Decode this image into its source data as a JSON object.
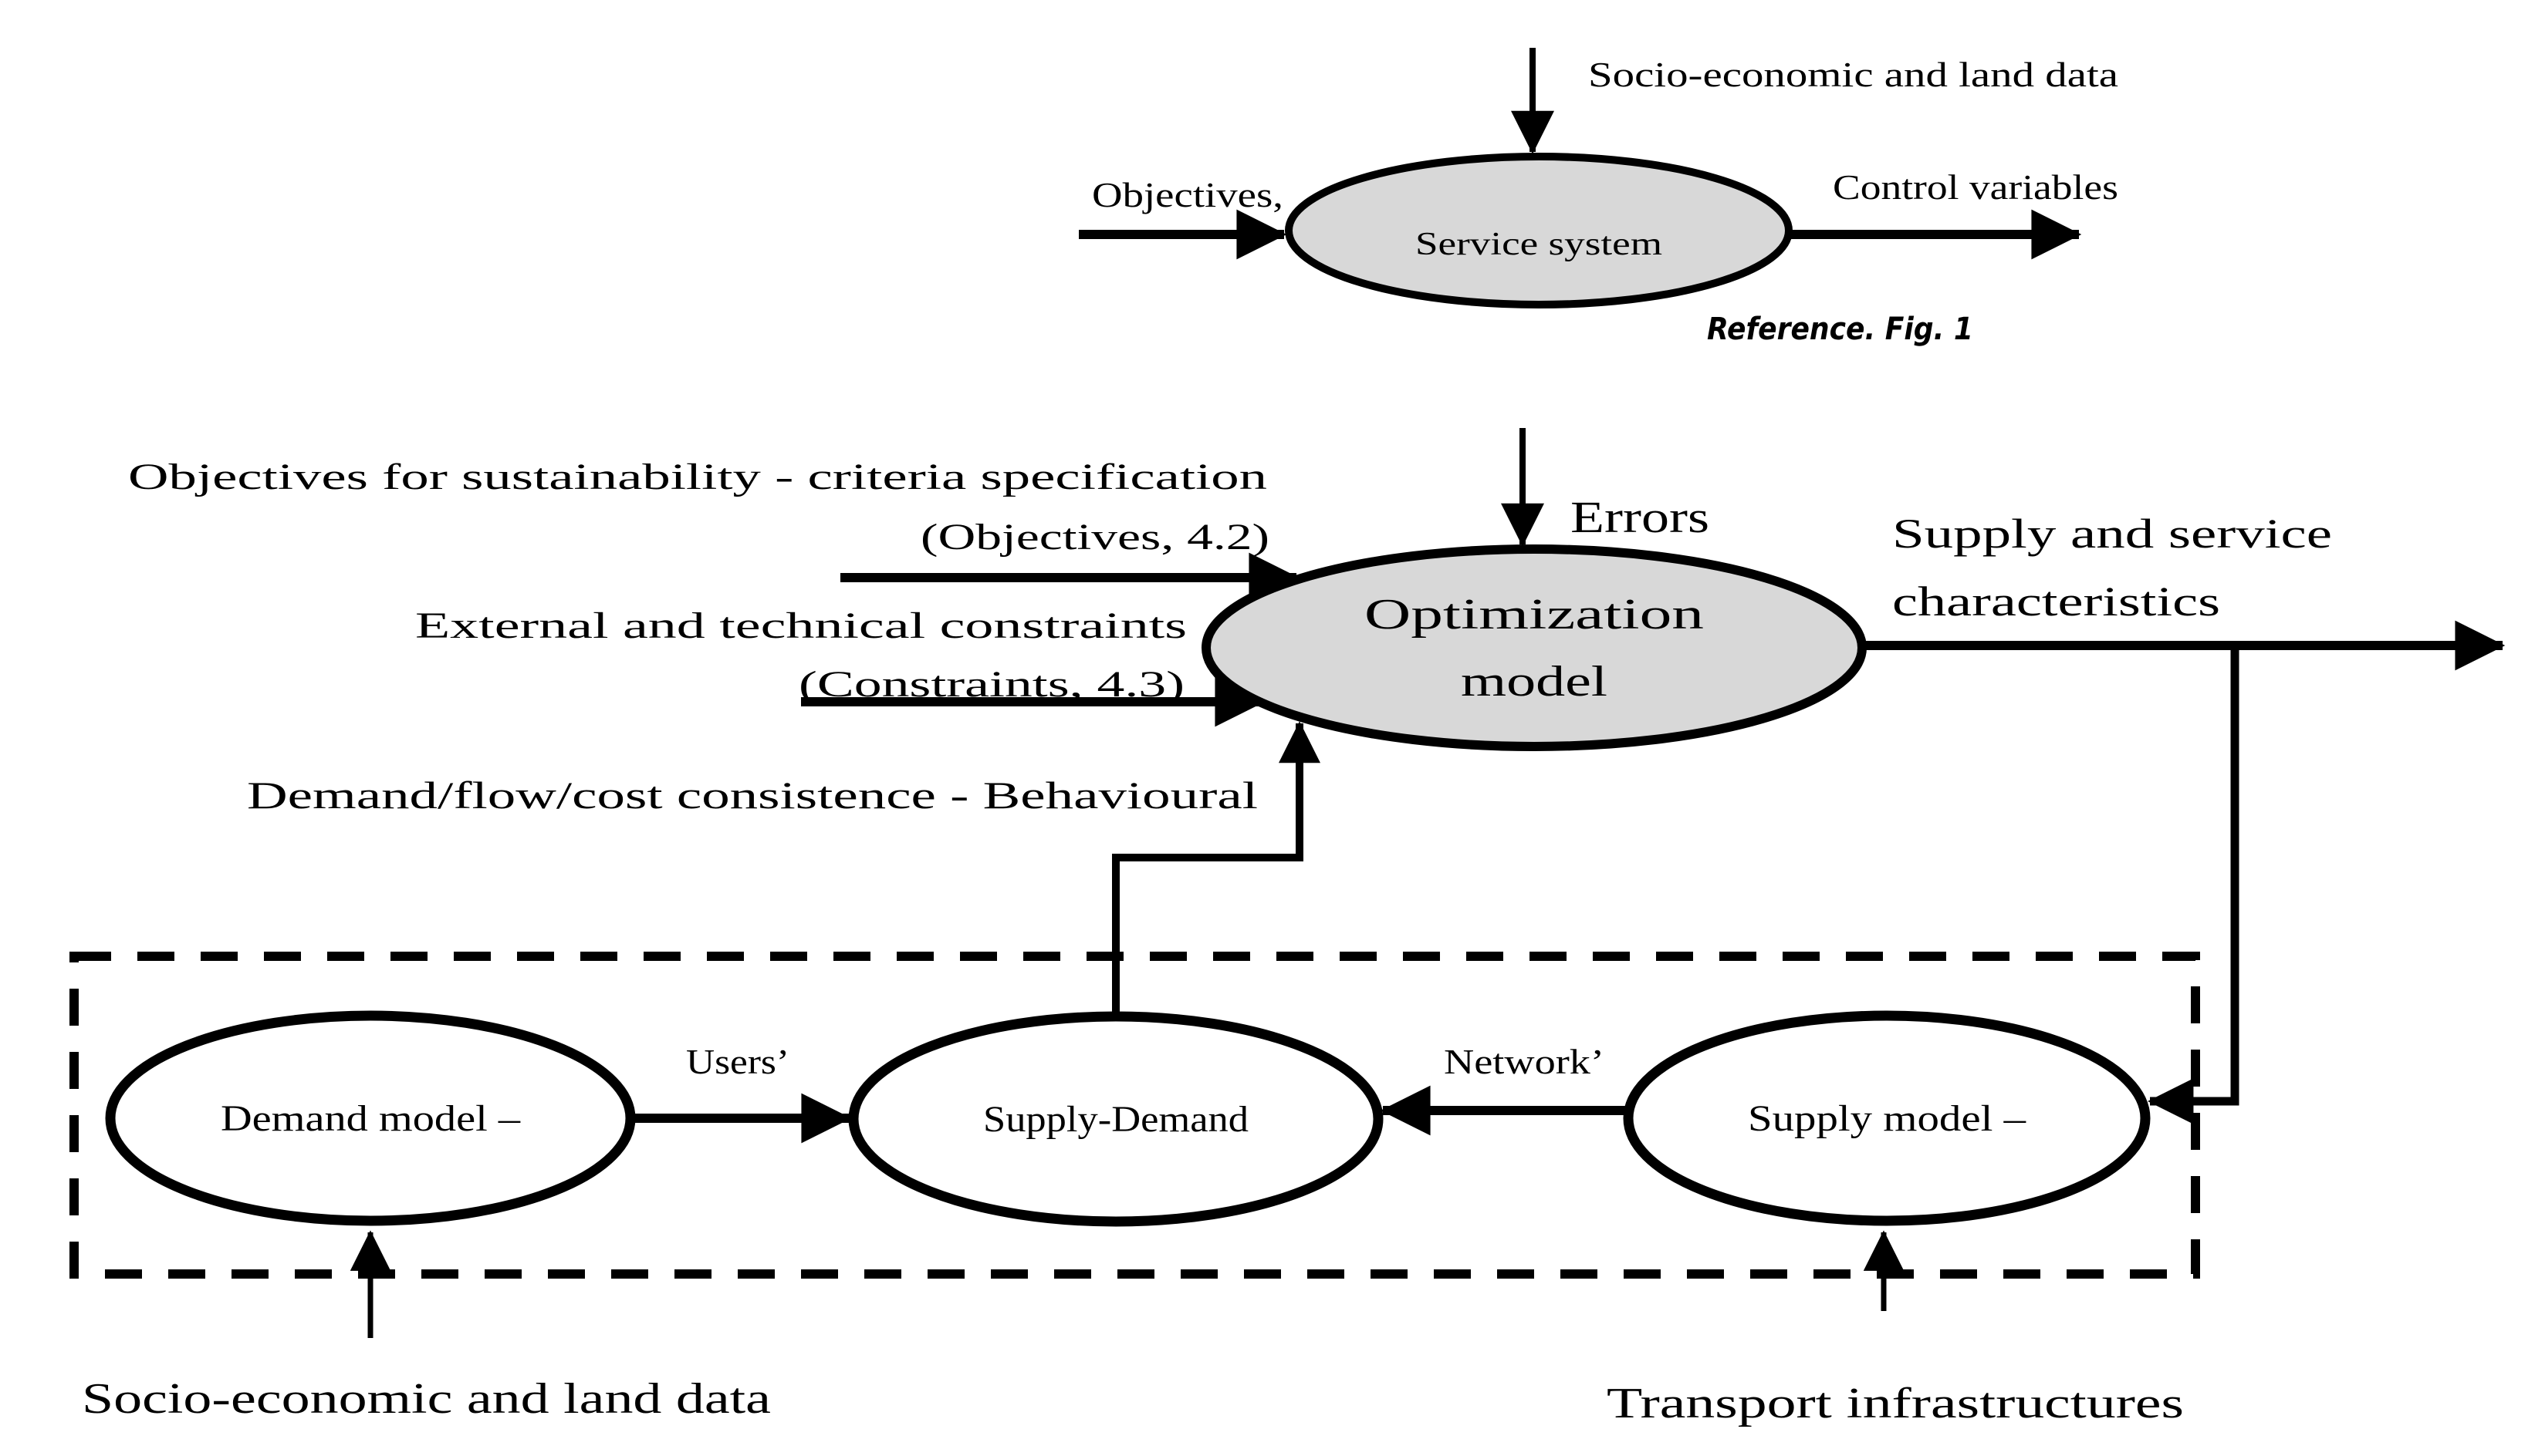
{
  "top_diagram": {
    "data_input_label": "Socio-economic and land data",
    "objectives_label": "Objectives,",
    "node_label": "Service system",
    "output_label": "Control variables",
    "caption": "Reference. Fig. 1"
  },
  "optimization": {
    "objectives_text": "Objectives for sustainability - criteria specification",
    "objectives_ref": "(Objectives, 4.2)",
    "constraints_text": "External and technical constraints",
    "constraints_ref": "(Constraints, 4.3)",
    "errors_label": "Errors",
    "node_line1": "Optimization",
    "node_line2": "model",
    "output_line1": "Supply and service",
    "output_line2": "characteristics",
    "consistency_text": "Demand/flow/cost consistence - Behavioural"
  },
  "assignment_box": {
    "demand_node_label": "Demand model –",
    "users_label": "Users’",
    "supply_demand_node_label": "Supply-Demand",
    "network_label": "Network’",
    "supply_node_label": "Supply model –"
  },
  "bottom": {
    "socio_label": "Socio-economic and land data",
    "transport_label": "Transport infrastructures"
  },
  "colors": {
    "node_fill": "#d8d8d8",
    "white_fill": "#ffffff",
    "stroke": "#000000",
    "background": "#ffffff"
  }
}
